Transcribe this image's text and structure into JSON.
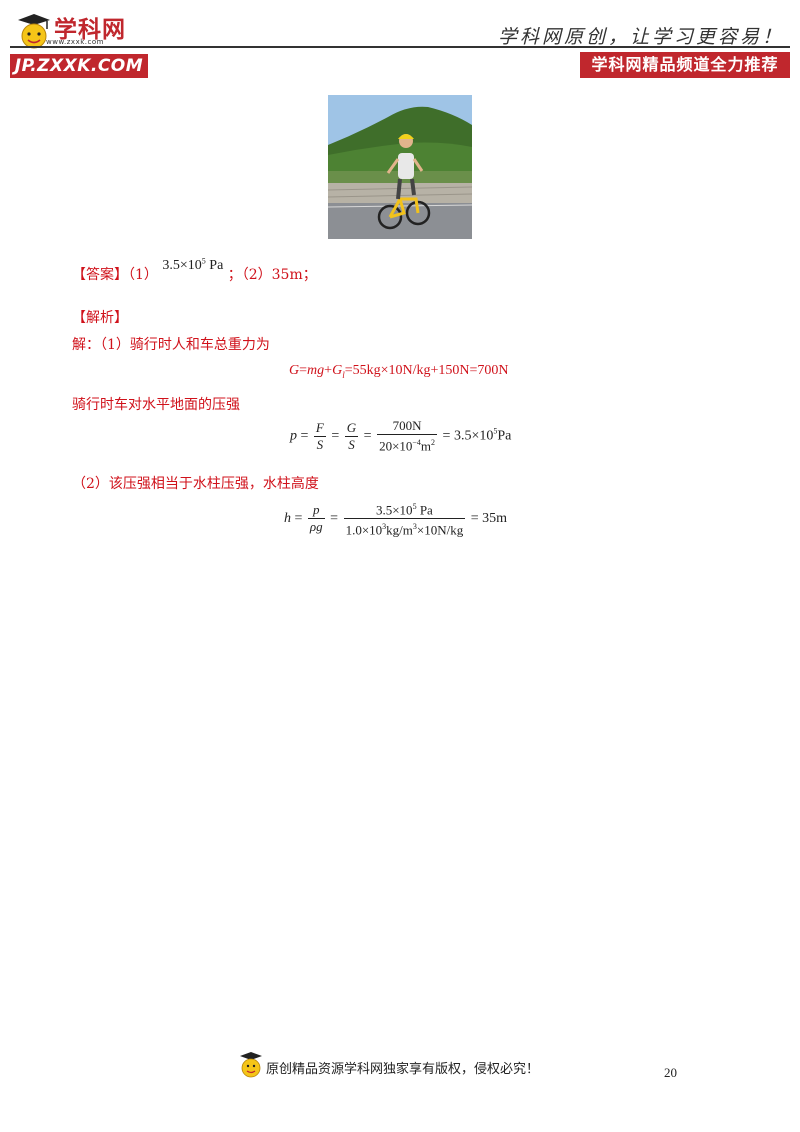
{
  "header": {
    "site_name": "学科网",
    "site_url": "www.zxxk.com",
    "jp_badge": "JP.ZXXK.COM",
    "slogan": "学科网原创，让学习更容易！",
    "promo": "学科网精品频道全力推荐"
  },
  "answer": {
    "label": "【答案】",
    "part1_prefix": "（1）",
    "part1_value": "3.5×10",
    "part1_exp": "5",
    "part1_unit": "Pa",
    "separator": "；",
    "part2": "（2）35m；"
  },
  "analysis": {
    "label": "【解析】",
    "step1_intro": "解：（1）骑行时人和车总重力为",
    "eq1_G": "G",
    "eq1_eq": "=",
    "eq1_mg": "mg",
    "eq1_plus": "+",
    "eq1_Gl": "G",
    "eq1_sub": "l",
    "eq1_rest": "=55kg×10N/kg+150N=700N",
    "step2_intro": "骑行时车对水平地面的压强",
    "eq2": {
      "p": "p",
      "eq": "=",
      "F": "F",
      "S": "S",
      "G": "G",
      "num": "700N",
      "den_pre": "20×10",
      "den_exp": "−4",
      "den_unit": "m",
      "den_sq": "2",
      "result_pre": "= 3.5×10",
      "result_exp": "5",
      "result_unit": "Pa"
    },
    "step3_intro": "（2）该压强相当于水柱压强，水柱高度",
    "eq3": {
      "h": "h",
      "eq": "=",
      "p": "p",
      "rho_g": "ρg",
      "num_pre": "3.5×10",
      "num_exp": "5",
      "num_unit": "Pa",
      "den_pre": "1.0×10",
      "den_exp": "3",
      "den_mid": "kg/m",
      "den_cube": "3",
      "den_rest": "×10N/kg",
      "result": "= 35m"
    }
  },
  "footer": {
    "copyright": "原创精品资源学科网独家享有版权，侵权必究！",
    "page_number": "20"
  }
}
